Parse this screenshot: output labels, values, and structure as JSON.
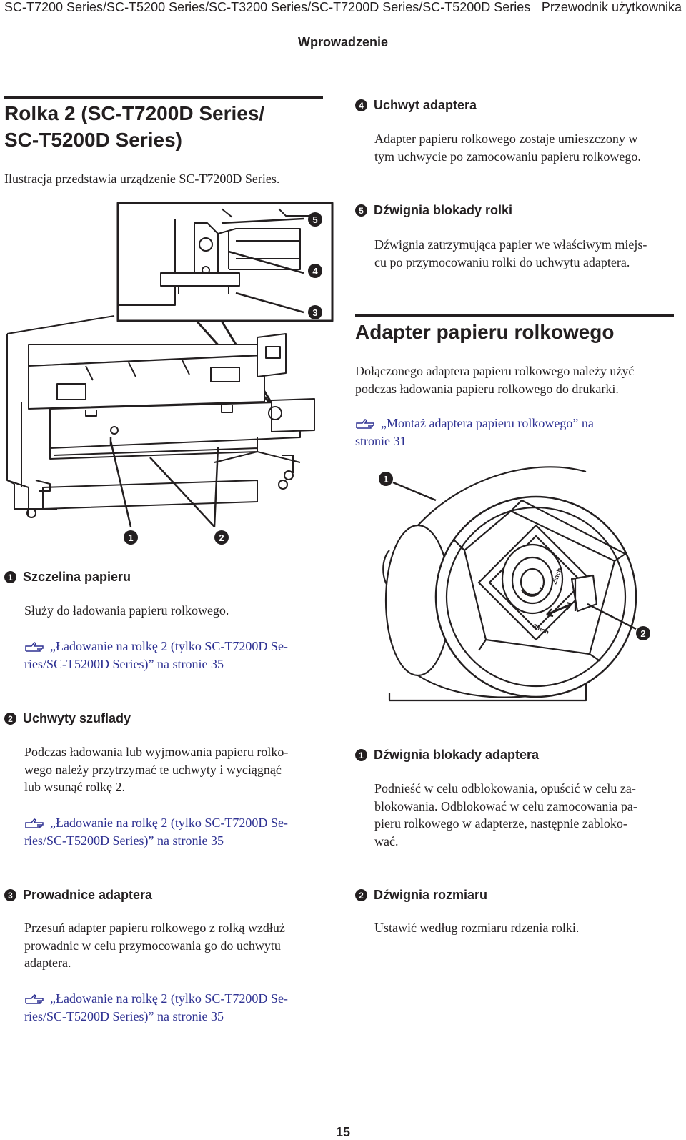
{
  "header": {
    "series": "SC-T7200 Series/SC-T5200 Series/SC-T3200 Series/SC-T7200D Series/SC-T5200D Series",
    "guide": "Przewodnik użytkownika",
    "section": "Wprowadzenie"
  },
  "left": {
    "heading_line1": "Rolka 2 (SC-T7200D Series/",
    "heading_line2": "SC-T5200D Series)",
    "intro": "Ilustracja przedstawia urządzenie SC-T7200D Series.",
    "figure_callouts": [
      "5",
      "4",
      "3",
      "1",
      "2"
    ],
    "items": [
      {
        "num": "1",
        "title": "Szczelina papieru",
        "lines": [
          "Służy do ładowania papieru rolkowego."
        ],
        "link": [
          "„Ładowanie na rolkę 2 (tylko SC-T7200D Se-",
          "ries/SC-T5200D Series)” na stronie 35"
        ]
      },
      {
        "num": "2",
        "title": "Uchwyty szuflady",
        "lines": [
          "Podczas ładowania lub wyjmowania papieru rolko-",
          "wego należy przytrzymać te uchwyty i wyciągnąć",
          "lub wsunąć rolkę 2."
        ],
        "link": [
          "„Ładowanie na rolkę 2 (tylko SC-T7200D Se-",
          "ries/SC-T5200D Series)” na stronie 35"
        ]
      },
      {
        "num": "3",
        "title": "Prowadnice adaptera",
        "lines": [
          "Przesuń adapter papieru rolkowego z rolką wzdłuż",
          "prowadnic w celu przymocowania go do uchwytu",
          "adaptera."
        ],
        "link": [
          "„Ładowanie na rolkę 2 (tylko SC-T7200D Se-",
          "ries/SC-T5200D Series)” na stronie 35"
        ]
      }
    ]
  },
  "right": {
    "items_top": [
      {
        "num": "4",
        "title": "Uchwyt adaptera",
        "lines": [
          "Adapter papieru rolkowego zostaje umieszczony w",
          "tym uchwycie po zamocowaniu papieru rolkowego."
        ]
      },
      {
        "num": "5",
        "title": "Dźwignia blokady rolki",
        "lines": [
          "Dźwignia zatrzymująca papier we właściwym miejs-",
          "cu po przymocowaniu rolki do uchwytu adaptera."
        ]
      }
    ],
    "heading": "Adapter papieru rolkowego",
    "intro": [
      "Dołączonego adaptera papieru rolkowego należy użyć",
      "podczas ładowania papieru rolkowego do drukarki."
    ],
    "link": [
      "„Montaż adaptera papieru rolkowego” na",
      "stronie 31"
    ],
    "figure_callouts": [
      "1",
      "2"
    ],
    "figure_labels": [
      "2inch",
      "3inch"
    ],
    "items_bottom": [
      {
        "num": "1",
        "title": "Dźwignia blokady adaptera",
        "lines": [
          "Podnieść w celu odblokowania, opuścić w celu za-",
          "blokowania. Odblokować w celu zamocowania pa-",
          "pieru rolkowego w adapterze, następnie zabloko-",
          "wać."
        ]
      },
      {
        "num": "2",
        "title": "Dźwignia rozmiaru",
        "lines": [
          "Ustawić według rozmiaru rdzenia rolki."
        ]
      }
    ]
  },
  "page_number": "15",
  "colors": {
    "text": "#231f20",
    "link": "#2e3192"
  }
}
